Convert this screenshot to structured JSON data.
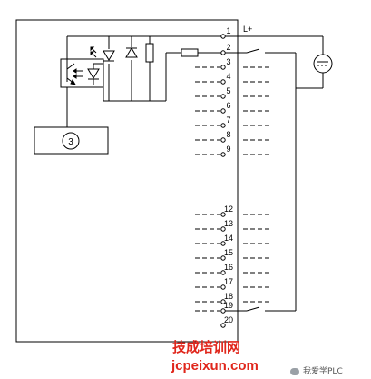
{
  "supply_label": "L+",
  "module_label": "3",
  "pins": [
    "1",
    "2",
    "3",
    "4",
    "5",
    "6",
    "7",
    "8",
    "9",
    "12",
    "13",
    "14",
    "15",
    "16",
    "17",
    "18",
    "19",
    "20"
  ],
  "watermark": {
    "title": "技成培训网",
    "url": "jcpeixun.com",
    "badge": "我爱学PLC"
  },
  "colors": {
    "line": "#000000",
    "watermark_red": "#e0261b",
    "background": "#ffffff"
  }
}
